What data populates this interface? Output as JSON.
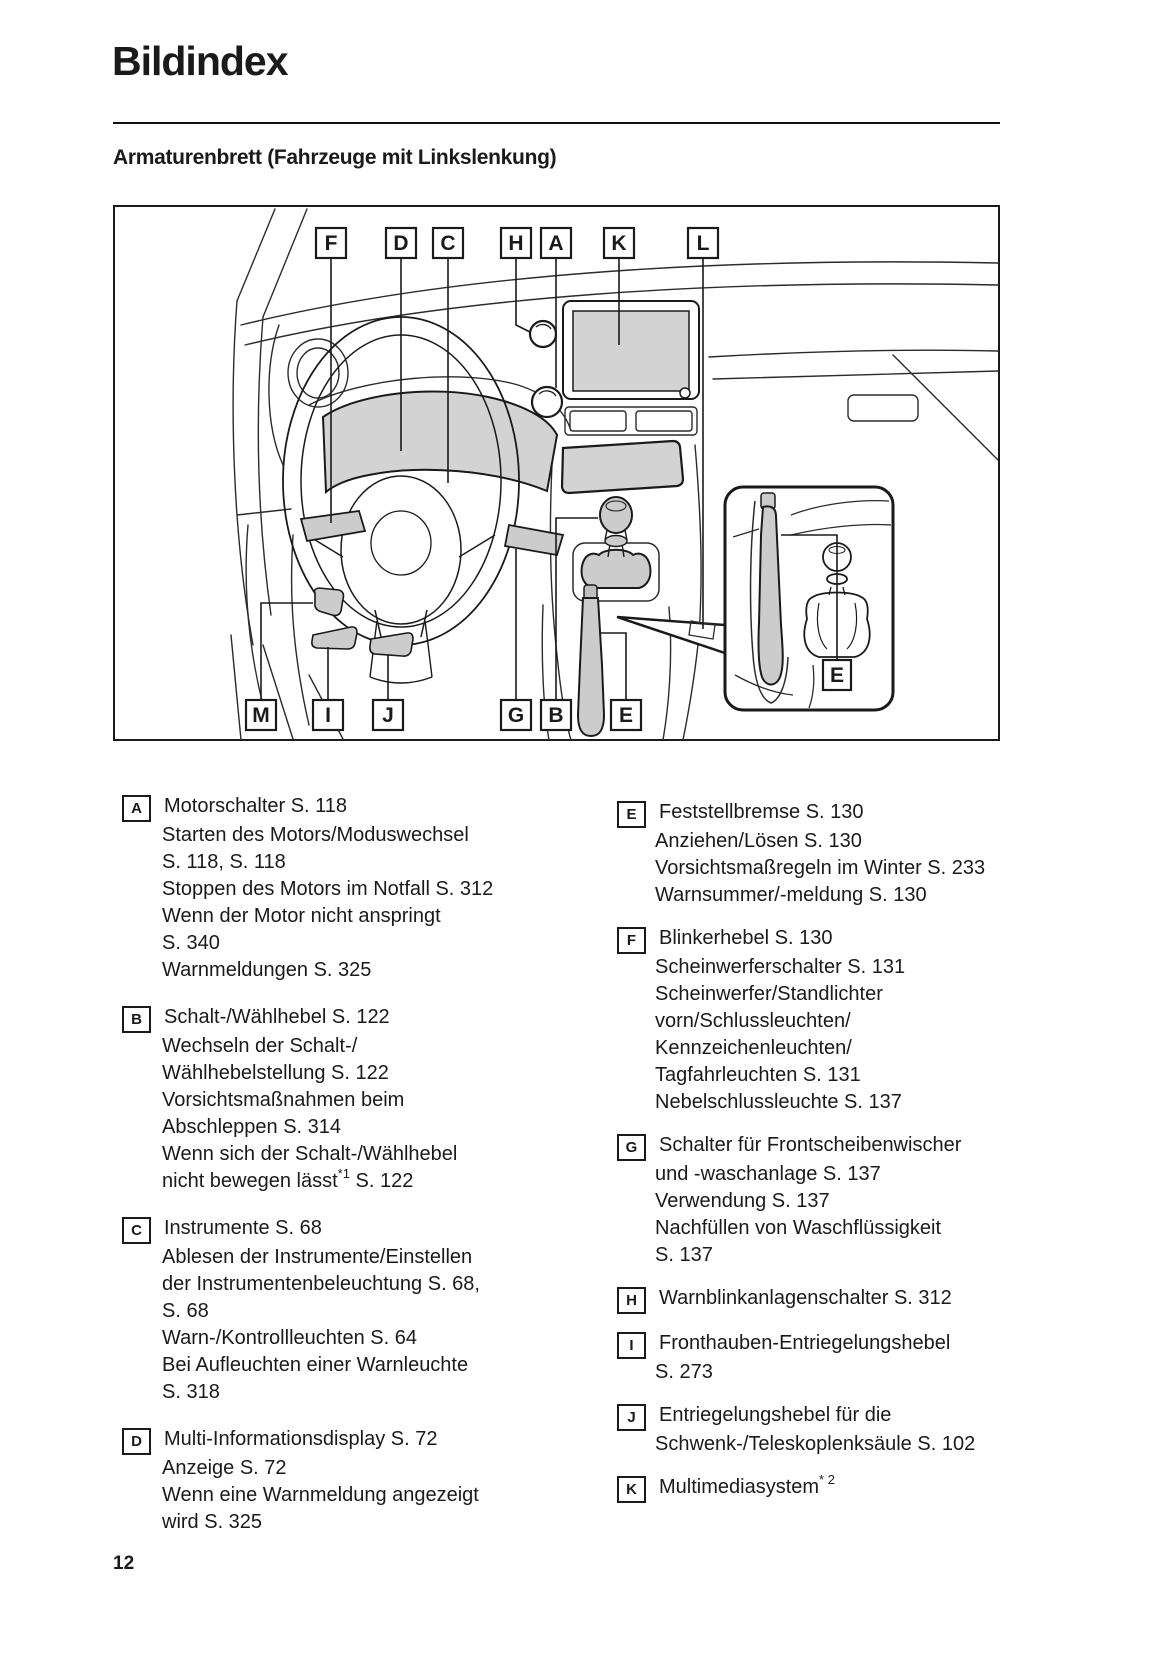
{
  "page": {
    "title": "Bildindex",
    "subtitle": "Armaturenbrett (Fahrzeuge mit Linkslenkung)",
    "page_number": "12"
  },
  "colors": {
    "ink": "#1a1a1a",
    "shade_gray": "#d3d3d3",
    "lever_gray": "#cccccc"
  },
  "diagram": {
    "top_labels": [
      "F",
      "D",
      "C",
      "H",
      "A",
      "K",
      "L"
    ],
    "bottom_labels": [
      "M",
      "I",
      "J",
      "G",
      "B",
      "E"
    ],
    "inset_label": "E"
  },
  "entries": {
    "left": [
      {
        "letter": "A",
        "lines": [
          "Motorschalter S. 118",
          "Starten des Motors/Moduswechsel",
          "S. 118, S. 118",
          "Stoppen des Motors im Notfall S. 312",
          "Wenn der Motor nicht anspringt",
          "S. 340",
          "Warnmeldungen S. 325"
        ]
      },
      {
        "letter": "B",
        "lines": [
          "Schalt-/Wählhebel S. 122",
          "Wechseln der Schalt-/",
          "Wählhebelstellung S. 122",
          "Vorsichtsmaßnahmen beim",
          "Abschleppen S. 314",
          "Wenn sich der Schalt-/Wählhebel",
          "nicht bewegen lässt{{sup:*1}} S. 122"
        ]
      },
      {
        "letter": "C",
        "lines": [
          "Instrumente S. 68",
          "Ablesen der Instrumente/Einstellen",
          "der Instrumentenbeleuchtung S. 68,",
          "S. 68",
          "Warn-/Kontrollleuchten S. 64",
          "Bei Aufleuchten einer Warnleuchte",
          "S. 318"
        ]
      },
      {
        "letter": "D",
        "lines": [
          "Multi-Informationsdisplay S. 72",
          "Anzeige S. 72",
          "Wenn eine Warnmeldung angezeigt",
          "wird S. 325"
        ]
      }
    ],
    "right": [
      {
        "letter": "E",
        "lines": [
          "Feststellbremse S. 130",
          "Anziehen/Lösen S. 130",
          "Vorsichtsmaßregeln im Winter S. 233",
          "Warnsummer/-meldung S. 130"
        ]
      },
      {
        "letter": "F",
        "lines": [
          "Blinkerhebel S. 130",
          "Scheinwerferschalter S. 131",
          "Scheinwerfer/Standlichter",
          "vorn/Schlussleuchten/",
          "Kennzeichenleuchten/",
          "Tagfahrleuchten S. 131",
          "Nebelschlussleuchte S. 137"
        ]
      },
      {
        "letter": "G",
        "lines": [
          "Schalter für Frontscheibenwischer",
          "und -waschanlage S. 137",
          "Verwendung S. 137",
          "Nachfüllen von Waschflüssigkeit",
          "S. 137"
        ]
      },
      {
        "letter": "H",
        "lines": [
          "Warnblinkanlagenschalter S. 312"
        ]
      },
      {
        "letter": "I",
        "lines": [
          "Fronthauben-Entriegelungshebel",
          "S. 273"
        ]
      },
      {
        "letter": "J",
        "lines": [
          "Entriegelungshebel für die",
          "Schwenk-/Teleskoplenksäule S. 102"
        ]
      },
      {
        "letter": "K",
        "lines": [
          "Multimediasystem{{sup:* 2}}"
        ]
      }
    ]
  }
}
